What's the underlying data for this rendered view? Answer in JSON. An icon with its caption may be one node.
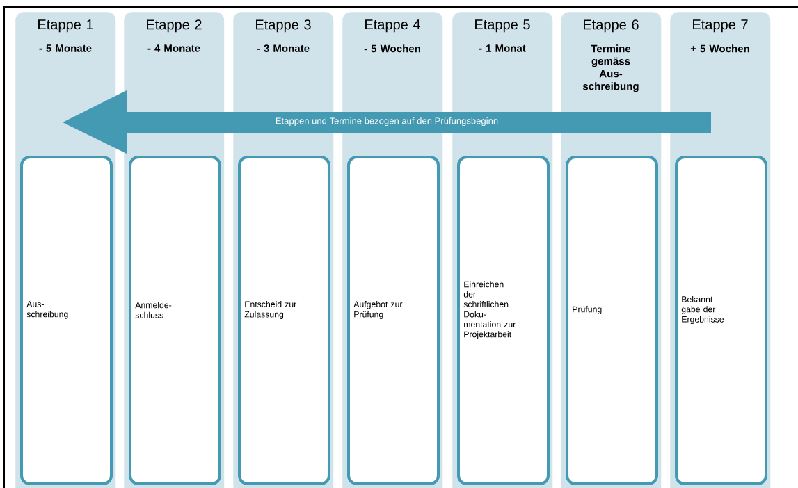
{
  "diagram": {
    "nodes": [
      {
        "text": [
          "Etappe 1",
          "- 5 Monate"
        ]
      },
      {
        "text": [
          "Etappe 2",
          "- 4 Monate"
        ]
      },
      {
        "text": [
          "Etappe 3",
          "- 3 Monate"
        ]
      },
      {
        "text": [
          "Etappe 4",
          "- 5 Wochen"
        ]
      },
      {
        "text": [
          "Etappe 5",
          "- 1 Monat"
        ]
      },
      {
        "text": [
          "Etappe 6",
          "Termine gemäss Aus-schreibung"
        ]
      },
      {
        "text": [
          "Etappe 7",
          "+ 5 Wochen"
        ]
      },
      {
        "text": [
          "Etappen und Termine bezogen auf den Prüfungsbeginn"
        ]
      },
      {
        "text": [
          "Aus-schreibung"
        ],
        "in": 0
      },
      {
        "text": [
          "Anmelde-schluss"
        ],
        "in": 1
      },
      {
        "text": [
          "Entscheid zur Zulassung"
        ],
        "in": 2
      },
      {
        "text": [
          "Aufgebot zur Prüfung"
        ],
        "in": 3
      },
      {
        "text": [
          "Einreichen der schriftlichen Doku-mentation zur Projektarbeit"
        ],
        "in": 4
      },
      {
        "text": [
          "Prüfung"
        ],
        "in": 5
      },
      {
        "text": [
          "Bekannt-gabe der Ergebnisse"
        ],
        "in": 6
      }
    ]
  }
}
